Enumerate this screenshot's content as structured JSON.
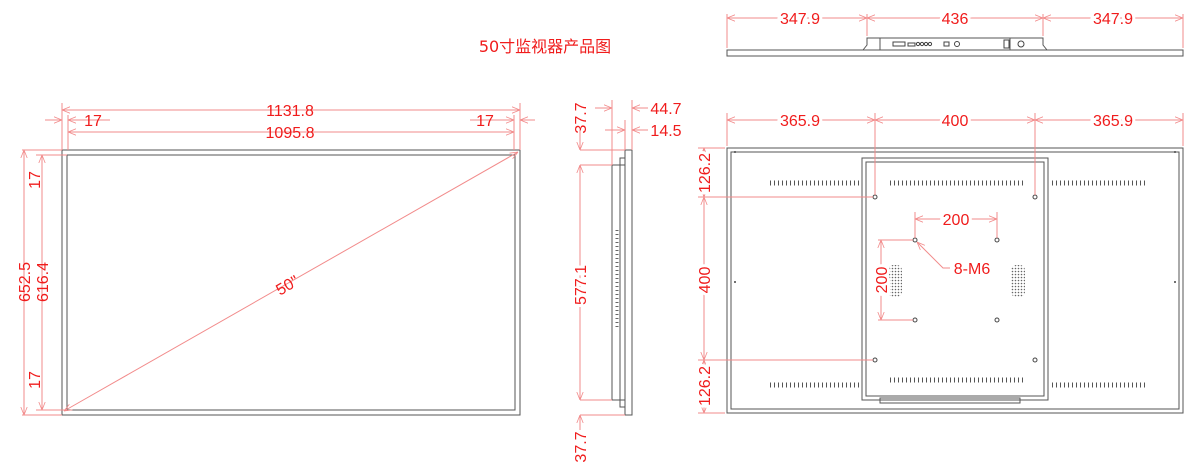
{
  "title": "50寸监视器产品图",
  "colors": {
    "dimension": "#f01c1c",
    "outline": "#555555"
  },
  "front_view": {
    "overall_width": "1131.8",
    "bezel_left": "17",
    "bezel_right": "17",
    "inner_width": "1095.8",
    "overall_height": "652.5",
    "inner_height": "616.4",
    "bezel_top": "17",
    "bezel_bottom": "17",
    "diagonal": "50\""
  },
  "side_view": {
    "top_offset": "37.7",
    "depth_total": "44.7",
    "depth_front": "14.5",
    "back_height": "577.1",
    "bottom_offset": "37.7"
  },
  "top_view": {
    "left": "347.9",
    "center": "436",
    "right": "347.9"
  },
  "back_view": {
    "left": "365.9",
    "center": "400",
    "right": "365.9",
    "v_top": "126.2",
    "v_center": "400",
    "v_bottom": "126.2",
    "vesa_h": "200",
    "vesa_v": "200",
    "screws": "8-M6"
  }
}
